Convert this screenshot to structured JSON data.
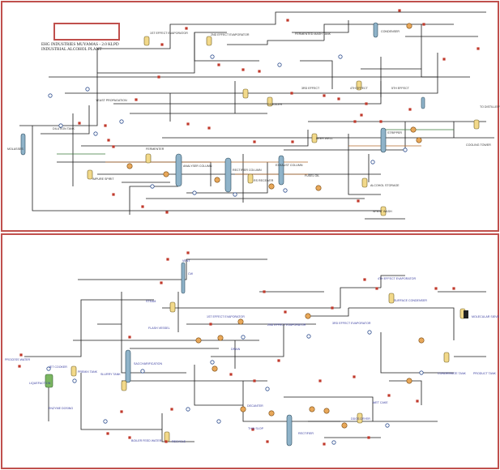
{
  "header": {
    "title_line1": "EHG INDUSTRIES MUYAMAS - 2.0 KLPD",
    "title_line2": "INDUSTRIAL ALCOHOL PLANT"
  },
  "colors": {
    "frame": "#c0504d",
    "line": "#1a1a1a",
    "column": "#8fb3c9",
    "vessel": "#f2d98a",
    "valve": "#c0392b",
    "pump": "#2f4f8f",
    "fermenter": "#7bb661"
  },
  "top_labels": {
    "hr_1": "1ST EFFECT EVAPORATOR",
    "hr_2": "2ND EFFECT EVAPORATOR",
    "top_tank": "FERMENTED MASH TANK",
    "condenser": "CONDENSER",
    "third_effect": "3RD EFFECT",
    "fourth_effect": "4TH EFFECT",
    "fifth_effect": "5TH EFFECT",
    "molasses": "MOLASSES",
    "dilution": "DILUTION TANK",
    "yeast": "YEAST PROPAGATION",
    "fermenter": "FERMENTER",
    "beer_well": "BEER WELL",
    "analyser": "ANALYSER COLUMN",
    "rectifier": "RECTIFIER COLUMN",
    "stripper": "STRIPPER",
    "exhaust": "EXHAUST COLUMN",
    "spent_wash": "SPENT WASH",
    "reboiler": "REBOILER",
    "alcohol_storage": "ALCOHOL STORAGE",
    "rs_receiver": "RS RECEIVER",
    "impure_spirit": "IMPURE SPIRIT",
    "fusel_oil": "FUSEL OIL",
    "export": "TO DISTILLERY FINAL PRODUCT TANK",
    "cooling": "COOLING TOWER"
  },
  "bottom_labels": {
    "process_water": "PROCESS WATER",
    "liquefaction": "LIQUEFACTION",
    "jet_cooker": "JET COOKER",
    "premix": "PREMIX TANK",
    "flash": "FLASH VESSEL",
    "slurry": "SLURRY TANK",
    "enzyme": "ENZYME DOSING",
    "saccharification": "SACCHARIFICATION",
    "first_effect": "1ST EFFECT EVAPORATOR",
    "second_effect": "2ND EFFECT EVAPORATOR",
    "third_effect": "3RD EFFECT EVAPORATOR",
    "fourth_effect": "4TH EFFECT EVAPORATOR",
    "condenser": "SURFACE CONDENSER",
    "condensate": "CONDENSATE TANK",
    "decanter": "DECANTER",
    "thin_slop": "THIN SLOP",
    "wet_cake": "WET CAKE",
    "dryer": "DDGS DRYER",
    "recycle": "RECYCLE",
    "cw": "CW",
    "steam": "STEAM",
    "rectifier": "RECTIFIER",
    "mol_sieve": "MOLECULAR SIEVE",
    "product": "PRODUCT TANK",
    "vent": "VENT",
    "boiler": "BOILER FEED WATER",
    "drain": "DRAIN"
  }
}
